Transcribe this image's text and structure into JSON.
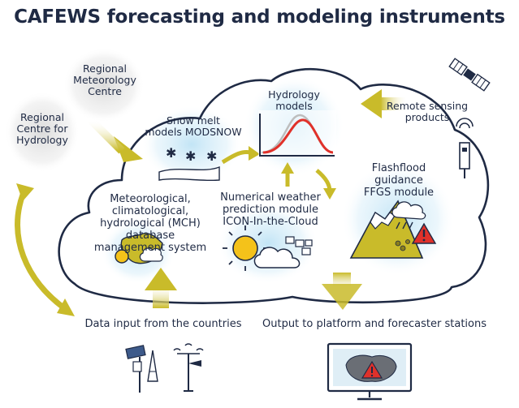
{
  "title": "CAFEWS forecasting and modeling instruments",
  "nodes": {
    "regional_meteorology_centre": "Regional\nMeteorology\nCentre",
    "regional_centre_hydrology": "Regional\nCentre for\nHydrology",
    "snow_melt": "Snow melt\nmodels MODSNOW",
    "hydrology_models": "Hydrology\nmodels",
    "remote_sensing": "Remote sensing\nproducts",
    "mch_database": "Meteorological,\nclimatological,\nhydrological (MCH) database\nmanagement system",
    "nwp_module": "Numerical weather\nprediction module\nICON-In-the-Cloud",
    "flashflood": "Flashflood\nguidance\nFFGS module",
    "data_input": "Data input from the countries",
    "output": "Output to platform and forecaster stations"
  },
  "colors": {
    "title": "#1f2a44",
    "arrow": "#c9bb2a",
    "glow": "#bfe3f5",
    "curve_red": "#e0312a",
    "warning": "#e0312a"
  },
  "icons": [
    "satellite-icon",
    "sensor-pole-icon",
    "snowflake-icon",
    "sun-icon",
    "cloud-icon",
    "mountain-icon",
    "warning-icon",
    "solar-station-icon",
    "anemometer-icon",
    "monitor-icon",
    "map-icon"
  ]
}
